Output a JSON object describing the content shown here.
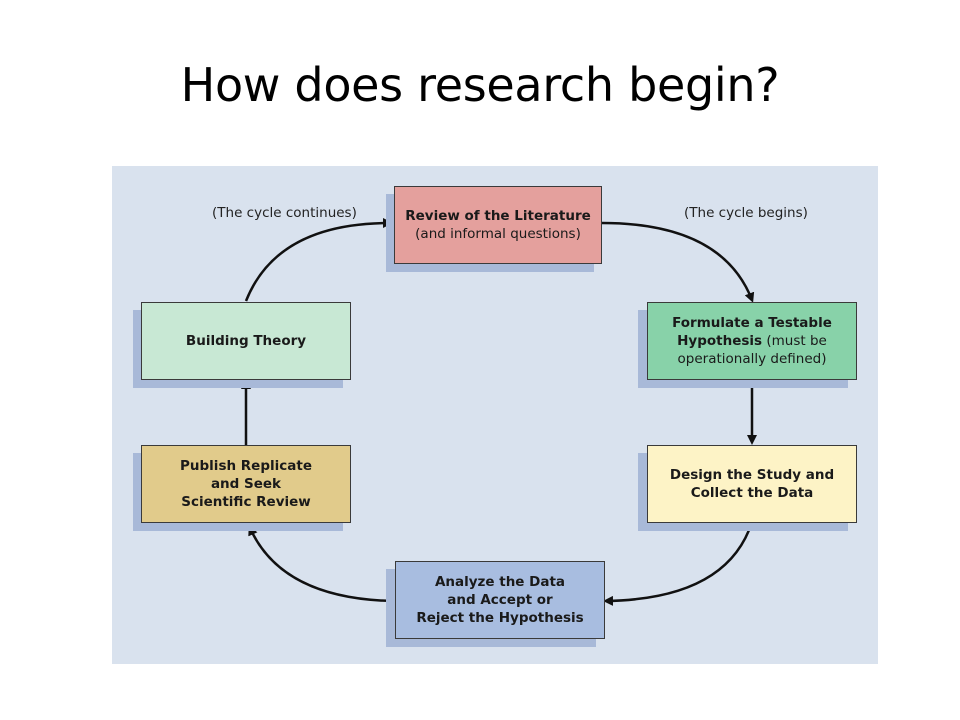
{
  "title": "How does research begin?",
  "colors": {
    "panel_background": "#d9e2ee",
    "review_box": "#e4a09d",
    "formulate_box": "#88d2a9",
    "design_box": "#fdf3c6",
    "analyze_box": "#a8bde0",
    "publish_box": "#e1cb8b",
    "theory_box": "#c8e8d4",
    "arrow": "#111111"
  },
  "diagram": {
    "review": {
      "line1": "Review of the Literature",
      "line2": "(and informal questions)"
    },
    "formulate": {
      "line1": "Formulate a Testable",
      "line2_bold": "Hypothesis",
      "line2_rest": " (must be",
      "line3": "operationally defined)"
    },
    "design": {
      "line1": "Design the Study and",
      "line2": "Collect the Data"
    },
    "analyze": {
      "line1": "Analyze the Data",
      "line2": "and Accept or",
      "line3": "Reject the Hypothesis"
    },
    "publish": {
      "line1": "Publish Replicate",
      "line2": "and Seek",
      "line3": "Scientific Review"
    },
    "theory": {
      "line1": "Building Theory"
    },
    "note_begins": {
      "line1": "(The cycle",
      "line2": "begins)"
    },
    "note_continues": {
      "line1": "(The cycle",
      "line2": "continues)"
    }
  }
}
